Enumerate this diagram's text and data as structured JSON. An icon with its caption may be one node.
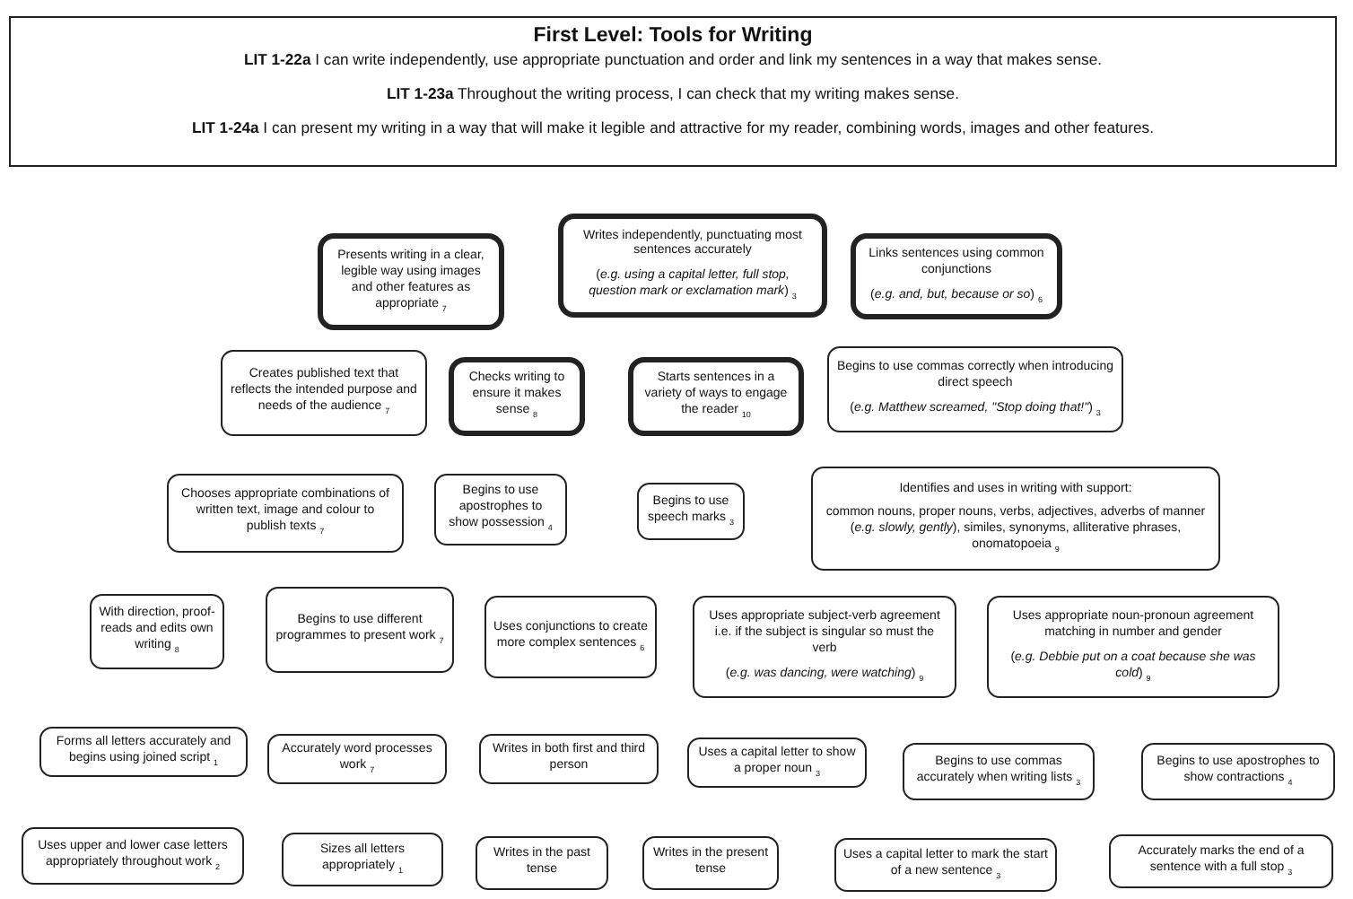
{
  "diagram": {
    "title": "First Level: Tools for Writing",
    "labels": [
      "**LIT 1-22a** I can write independently, use appropriate punctuation and order and link my sentences in a way that makes sense.",
      "**LIT 1-23a** Throughout the writing process, I can check that my writing makes sense.",
      "**LIT 1-24a** I can present my writing in a way that will make it legible and attractive for my reader, combining words, images and other features."
    ],
    "nodes": [
      {
        "text": [
          "Presents writing in a clear, legible way using images and other features as appropriate $_{7}$"
        ]
      },
      {
        "text": [
          "Writes independently, punctuating most sentences accurately",
          "(*e.g. using a capital letter, full stop, question mark or exclamation mark*) $_{3}$"
        ]
      },
      {
        "text": [
          "Links sentences using common conjunctions",
          "(*e.g. and, but, because or so*) $_{6}$"
        ]
      },
      {
        "text": [
          "Creates published text that reflects the intended purpose and needs of the audience $_{7}$"
        ]
      },
      {
        "text": [
          "Checks writing to ensure it makes sense $_{8}$"
        ]
      },
      {
        "text": [
          "Starts sentences in a variety of ways to engage the reader $_{10}$"
        ]
      },
      {
        "text": [
          "Begins to use commas correctly when introducing direct speech",
          "(*e.g. Matthew screamed, \"Stop doing that!\"*) $_{3}$"
        ]
      },
      {
        "text": [
          "Chooses appropriate combinations of written text, image and colour to publish texts $_{7}$"
        ]
      },
      {
        "text": [
          "Begins to use apostrophes to show possession $_{4}$"
        ]
      },
      {
        "text": [
          "Begins to use speech marks $_{3}$"
        ]
      },
      {
        "text": [
          "Identifies and uses in writing with support:",
          "common nouns, proper nouns, verbs, adjectives, adverbs of manner (*e.g. slowly, gently*), similes, synonyms, alliterative phrases, onomatopoeia $_{9}$"
        ]
      },
      {
        "text": [
          "With direction, proof-reads and edits own writing $_{8}$"
        ]
      },
      {
        "text": [
          "Begins to use different programmes to present work $_{7}$"
        ]
      },
      {
        "text": [
          "Uses conjunctions to create more complex sentences $_{6}$"
        ]
      },
      {
        "text": [
          "Uses appropriate subject-verb agreement i.e. if the subject is singular so must the verb",
          "(*e.g.  was dancing, were watching*) $_{9}$"
        ]
      },
      {
        "text": [
          "Uses appropriate noun-pronoun agreement matching in number and gender",
          "(*e.g. Debbie put on a coat because she was cold*) $_{9}$"
        ]
      },
      {
        "text": [
          "Forms all letters accurately and begins using joined script $_{1}$"
        ]
      },
      {
        "text": [
          "Accurately word processes work $_{7}$"
        ]
      },
      {
        "text": [
          "Writes in both first and third person"
        ]
      },
      {
        "text": [
          "Uses a capital letter to show a proper noun $_{3}$"
        ]
      },
      {
        "text": [
          "Begins to use commas accurately when writing lists $_{3}$"
        ]
      },
      {
        "text": [
          "Begins to use apostrophes to show contractions $_{4}$"
        ]
      },
      {
        "text": [
          "Uses upper and lower case letters appropriately throughout work $_{2}$"
        ]
      },
      {
        "text": [
          "Sizes all letters appropriately $_{1}$"
        ]
      },
      {
        "text": [
          "Writes in the past tense"
        ]
      },
      {
        "text": [
          "Writes in the present tense"
        ]
      },
      {
        "text": [
          "Uses a capital letter to mark the start of a new sentence $_{3}$"
        ]
      },
      {
        "text": [
          "Accurately marks the end of a sentence with a full stop $_{3}$"
        ]
      }
    ]
  }
}
